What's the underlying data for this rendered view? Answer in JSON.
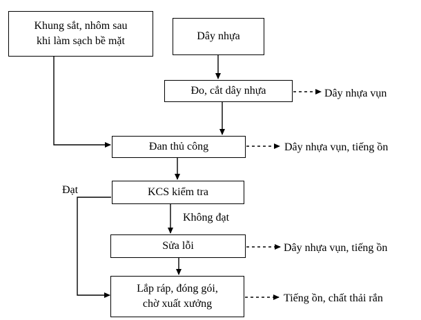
{
  "nodes": {
    "khung": {
      "line1": "Khung sắt, nhôm sau",
      "line2": "khi làm sạch bề mặt"
    },
    "day_nhua": "Dây nhựa",
    "do_cat": "Đo, cắt dây nhựa",
    "dan": "Đan thủ công",
    "kcs": "KCS kiểm tra",
    "sua": "Sửa lỗi",
    "lap": {
      "line1": "Lắp ráp, đóng gói,",
      "line2": "chờ xuất xưởng"
    }
  },
  "edge_labels": {
    "dat": "Đạt",
    "khong_dat": "Không đạt"
  },
  "outputs": {
    "do_cat": "Dây nhựa vụn",
    "dan": "Dây nhựa vụn, tiếng ồn",
    "sua": "Dây nhựa vụn, tiếng ồn",
    "lap": "Tiếng ồn, chất thải rắn"
  }
}
